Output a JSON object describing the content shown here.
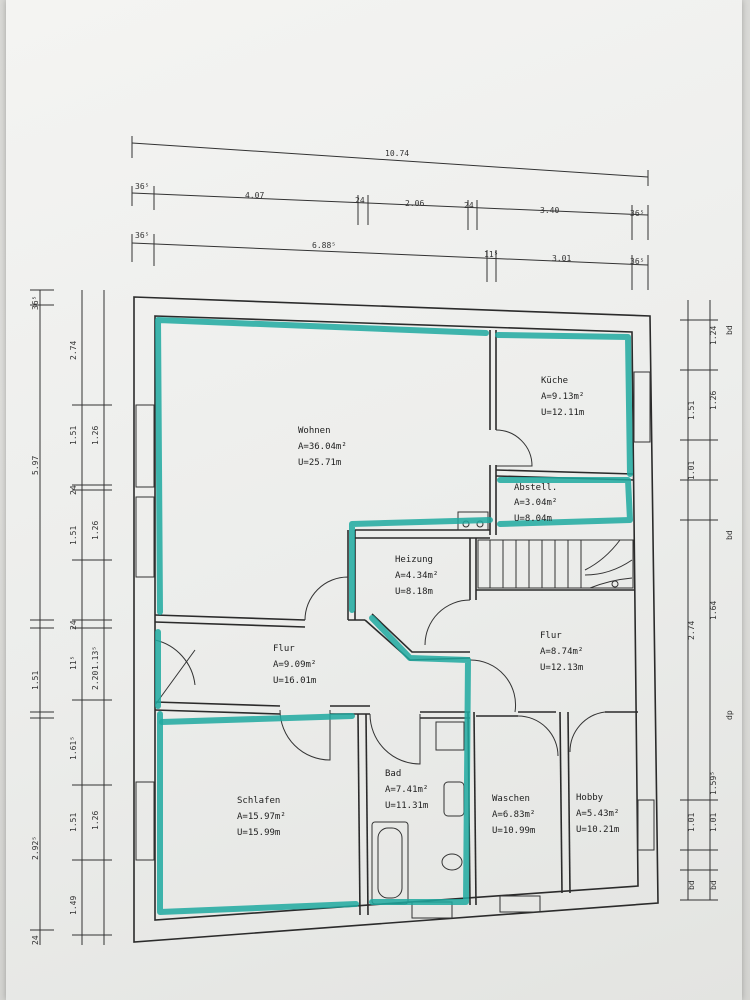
{
  "colors": {
    "marker": "#1fa9a0",
    "ink": "#2b2b2b",
    "paper": "#eeeeec"
  },
  "rooms": [
    {
      "id": "wohnen",
      "name": "Wohnen",
      "area": "A=36.04m²",
      "perimeter": "U=25.71m"
    },
    {
      "id": "kueche",
      "name": "Küche",
      "area": "A=9.13m²",
      "perimeter": "U=12.11m"
    },
    {
      "id": "abstell",
      "name": "Abstell.",
      "area": "A=3.04m²",
      "perimeter": "U=8.04m"
    },
    {
      "id": "heizung",
      "name": "Heizung",
      "area": "A=4.34m²",
      "perimeter": "U=8.18m"
    },
    {
      "id": "flur1",
      "name": "Flur",
      "area": "A=9.09m²",
      "perimeter": "U=16.01m"
    },
    {
      "id": "flur2",
      "name": "Flur",
      "area": "A=8.74m²",
      "perimeter": "U=12.13m"
    },
    {
      "id": "schlafen",
      "name": "Schlafen",
      "area": "A=15.97m²",
      "perimeter": "U=15.99m"
    },
    {
      "id": "bad",
      "name": "Bad",
      "area": "A=7.41m²",
      "perimeter": "U=11.31m"
    },
    {
      "id": "waschen",
      "name": "Waschen",
      "area": "A=6.83m²",
      "perimeter": "U=10.99m"
    },
    {
      "id": "hobby",
      "name": "Hobby",
      "area": "A=5.43m²",
      "perimeter": "U=10.21m"
    }
  ],
  "top_dims": {
    "total": "10.74",
    "row2": [
      "36⁵",
      "4.07",
      "24",
      "2.06",
      "24",
      "3.40",
      "36⁵"
    ],
    "row3": [
      "36⁵",
      "6.88⁵",
      "11⁵",
      "3.01",
      "36⁵"
    ]
  },
  "left_dims": {
    "outer": [
      "36⁵",
      "2.74",
      "5.97",
      "2.92⁵",
      "24"
    ],
    "mid": [
      "1.51",
      "24",
      "1.51",
      "24",
      "1.51",
      "11⁵",
      "1.61⁵",
      "1.51",
      "1.49"
    ],
    "inner": [
      "1.26",
      "1.26",
      "1.13⁵",
      "2.20",
      "1.26"
    ]
  },
  "right_dims": [
    "1.24",
    "1.51",
    "1.26",
    "1.01",
    "1.64",
    "2.74",
    "1.59⁵",
    "1.01",
    "1.01",
    "bd",
    "bd",
    "dp",
    "bd",
    "bd"
  ]
}
